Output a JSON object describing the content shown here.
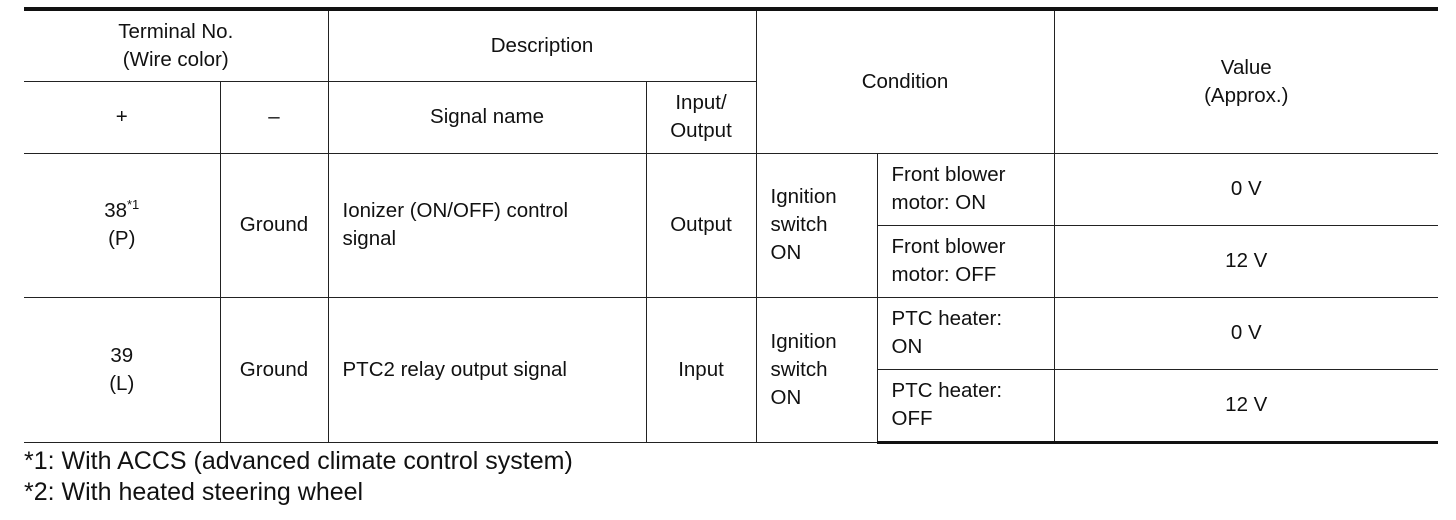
{
  "header": {
    "terminal": "Terminal No.\n(Wire color)",
    "description": "Description",
    "condition": "Condition",
    "value": "Value\n(Approx.)",
    "plus": "+",
    "minus": "–",
    "signal_name": "Signal name",
    "io": "Input/\nOutput"
  },
  "rows": [
    {
      "terminal": "38",
      "terminal_sup": "*1",
      "wire_color": "(P)",
      "ground": "Ground",
      "signal": "Ionizer (ON/OFF) control\nsignal",
      "io": "Output",
      "condition": "Ignition\nswitch\nON",
      "subs": [
        {
          "condition": "Front blower\nmotor: ON",
          "value": "0 V"
        },
        {
          "condition": "Front blower\nmotor: OFF",
          "value": "12 V"
        }
      ]
    },
    {
      "terminal": "39",
      "wire_color": "(L)",
      "ground": "Ground",
      "signal": "PTC2 relay output signal",
      "io": "Input",
      "condition": "Ignition\nswitch\nON",
      "subs": [
        {
          "condition": "PTC heater:\nON",
          "value": "0 V"
        },
        {
          "condition": "PTC heater:\nOFF",
          "value": "12 V"
        }
      ]
    }
  ],
  "footnotes": [
    "*1: With ACCS (advanced climate control system)",
    "*2: With heated steering wheel"
  ]
}
